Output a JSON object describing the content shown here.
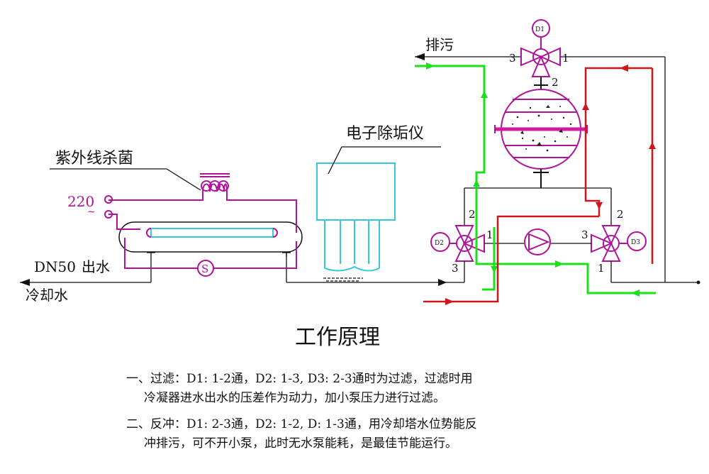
{
  "labels": {
    "discharge": "排污",
    "descaler": "电子除垢仪",
    "uv": "紫外线杀菌",
    "voltage": "220",
    "tilde": "~",
    "dn50": "DN50",
    "outlet": "出水",
    "cooling_water": "冷却水",
    "d1": "D1",
    "d2": "D2",
    "d3": "D3",
    "s": "S",
    "port_1": "1",
    "port_2": "2",
    "port_3": "3"
  },
  "title": "工作原理",
  "description": {
    "line1": "一、过滤：D1: 1-2通，D2: 1-3, D3: 2-3通时为过滤，过滤时用",
    "line2": "冷凝器进水出水的压差作为动力，加小泵压力进行过滤。",
    "line3": "二、反冲：D1: 2-3通，D2: 1-2, D: 1-3通，用冷却塔水位势能反",
    "line4": "冲排污，可不开小泵，此时无水泵能耗，是最佳节能运行。"
  },
  "colors": {
    "line": "#111111",
    "magenta": "#b0139a",
    "cyan": "#35c9d8",
    "green": "#19e019",
    "red": "#d0161a"
  }
}
